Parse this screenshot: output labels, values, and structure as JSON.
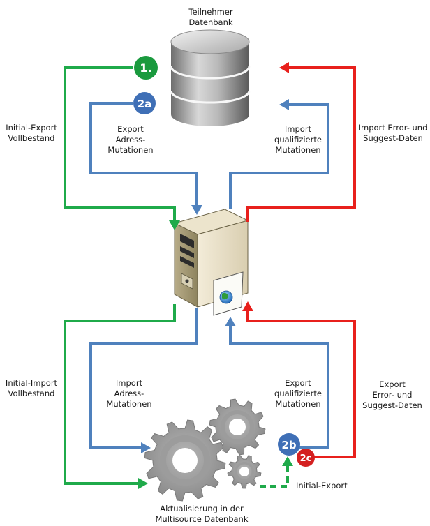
{
  "database": {
    "label": [
      "Teilnehmer",
      "Datenbank"
    ]
  },
  "gears": {
    "label": [
      "Aktualisierung in der",
      "Multisource Datenbank"
    ]
  },
  "labels": {
    "initial_export_top": [
      "Initial-Export",
      "Vollbestand"
    ],
    "export_adress": [
      "Export",
      "Adress-",
      "Mutationen"
    ],
    "import_qualifizierte": [
      "Import",
      "qualifizierte",
      "Mutationen"
    ],
    "import_error": [
      "Import Error- und",
      "Suggest-Daten"
    ],
    "initial_import": [
      "Initial-Import",
      "Vollbestand"
    ],
    "import_adress": [
      "Import",
      "Adress-",
      "Mutationen"
    ],
    "export_qualifizierte": [
      "Export",
      "qualifizierte",
      "Mutationen"
    ],
    "export_error": [
      "Export",
      "Error- und",
      "Suggest-Daten"
    ],
    "initial_export_bottom": "Initial-Export"
  },
  "badges": {
    "b1": "1.",
    "b2a": "2a",
    "b2b": "2b",
    "b2c": "2c"
  },
  "colors": {
    "green": "#1faa4a",
    "blue": "#4f81bd",
    "red": "#e8201c",
    "badge_green": "#1a9a3e",
    "badge_blue": "#3f6fb6",
    "badge_red": "#d42020"
  }
}
